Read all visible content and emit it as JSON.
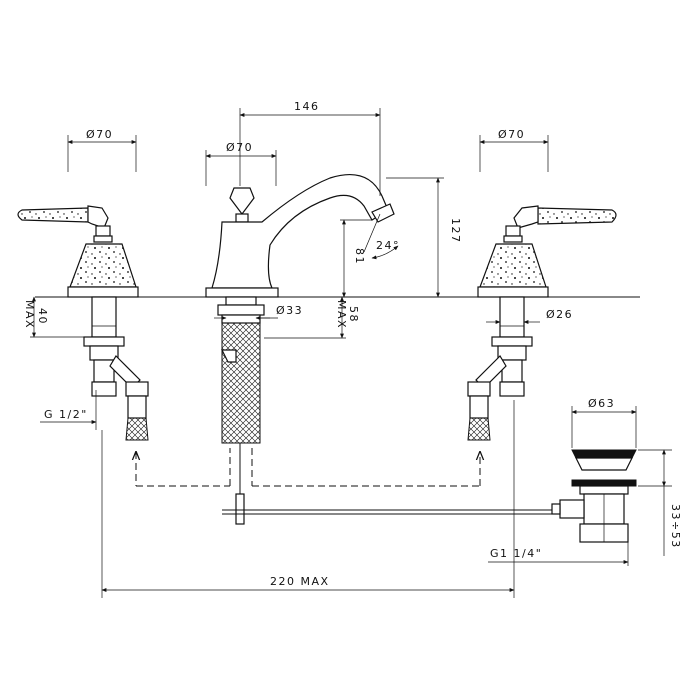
{
  "dimensions": {
    "d70_left": "Ø70",
    "d70_center": "Ø70",
    "d70_right": "Ø70",
    "spout_reach": "146",
    "height_total": "127",
    "spout_height": "81",
    "spout_angle": "24°",
    "deck_left": "40",
    "deck_left_max": "MAX",
    "deck_center": "58",
    "deck_center_max": "MAX",
    "d33": "Ø33",
    "d26": "Ø26",
    "thread_inlet": "G 1/2\"",
    "d63": "Ø63",
    "waste_range": "33÷53",
    "thread_waste": "G1 1/4\"",
    "span": "220 MAX"
  },
  "colors": {
    "line": "#111111",
    "background": "#ffffff"
  }
}
